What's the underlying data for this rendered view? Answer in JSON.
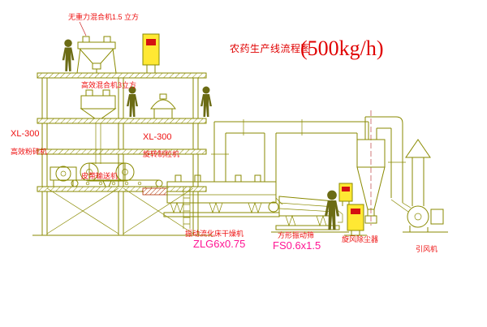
{
  "title": {
    "text": "农药生产线流程图",
    "capacity": "(500kg/h)"
  },
  "labels": {
    "top_mixer": "无重力混合机1.5 立方",
    "xl300_left": "XL-300",
    "pulverizer": "高效粉碎机",
    "mixer": "高效混合机3立方",
    "xl300_right": "XL-300",
    "granulator": "旋转制粒机",
    "belt_conveyor": "皮带输送机",
    "dryer": "振动流化床干燥机",
    "dryer_model": "ZLG6x0.75",
    "screen": "方形振动筛",
    "screen_model": "FS0.6x1.5",
    "cyclone": "旋风除尘器",
    "fan": "引风机"
  },
  "colors": {
    "line_olive": "#8a8a00",
    "label_red": "#ee1111",
    "model_magenta": "#ff1493",
    "cabinet_yellow": "#ffe833",
    "figure_olive": "#6b6b14",
    "background": "#ffffff"
  }
}
